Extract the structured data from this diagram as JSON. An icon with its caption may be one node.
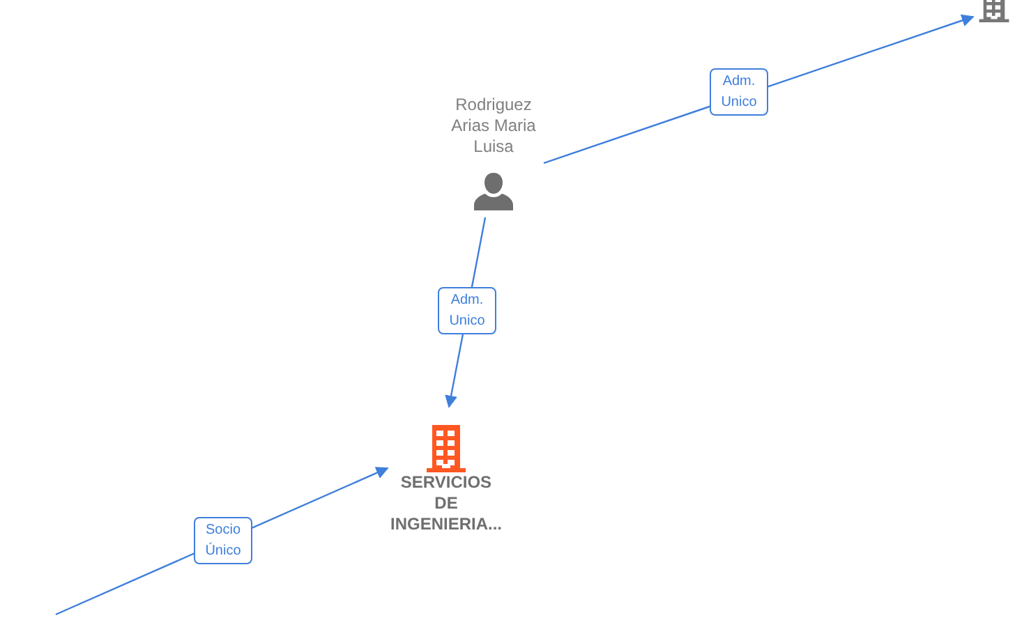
{
  "diagram": {
    "nodes": [
      {
        "text": [
          "Rodriguez Arias Maria Luisa"
        ]
      },
      {
        "text": [],
        "shape": "building"
      },
      {
        "text": [
          "SERVICIOS DE INGENIERIA..."
        ]
      }
    ],
    "edges": [
      {
        "from": 0,
        "to": 1,
        "arrow": "to",
        "label": "Adm. Unico"
      },
      {
        "from": 0,
        "to": 2,
        "arrow": "to",
        "label": "Adm. Unico"
      },
      {
        "from": null,
        "to": 2,
        "arrow": "to",
        "label": "Socio Único"
      }
    ]
  }
}
